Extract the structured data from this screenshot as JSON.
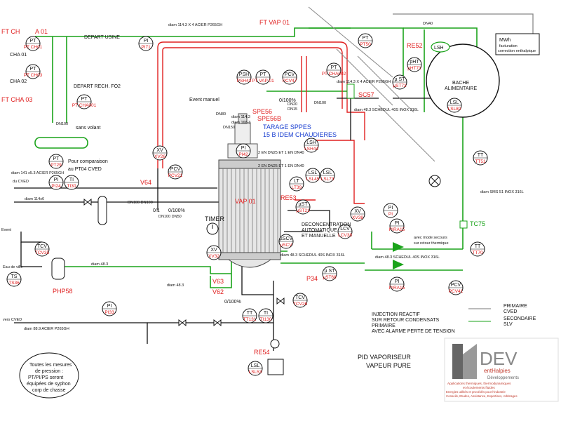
{
  "title": {
    "line1": "PID VAPORISEUR",
    "line2": "VAPEUR PURE"
  },
  "colors": {
    "primaire": "#e02020",
    "secondaire": "#1aa31a",
    "pipe": "#111111",
    "accent_blue": "#1a3fd0"
  },
  "left_labels": {
    "ft_ch": "FT CH",
    "a01": "A 01",
    "cha01": "CHA 01",
    "cha02": "CHA 02",
    "ft_cha03": "FT CHA 03",
    "depart_usine": "DEPART USINE",
    "depart_rech": "DEPART RECH. FO2",
    "sans_volant": "sans volant",
    "dn100": "DN100",
    "pour_comparaison_1": "Pour comparaison",
    "pour_comparaison_2": "au PT04 CVED",
    "du_cved": "du CVED",
    "diam_141": "diam 141 x5.3 ACIER P265GH",
    "diam_114x6": "diam 114x6",
    "event": "Event",
    "eau_de_ville": "Eau de ville",
    "vers_cved": "vers CVED",
    "diam_889": "diam 88.9 ACIER P265GH",
    "diam_483a": "diam 48.3",
    "diam_483b": "diam 48.3"
  },
  "top_labels": {
    "diam_top": "diam 114.3 X 4 ACIER P265GH",
    "ft_vap01": "FT VAP 01",
    "diam_right": "diam 114.3 X 4 ACIER P265GH",
    "event_manuel": "Event manuel",
    "dn80": "DN80",
    "diam_1143": "diam 114.3",
    "diam_1683": "diam 168.3",
    "dn150": "DN150",
    "dn20": "DN20",
    "dn15": "DN15",
    "dn100": "DN100",
    "pct": "0/100%",
    "spe56": "SPE56",
    "spe56b": "SPE56B",
    "sc57": "SC57",
    "schedul_40s": "diam 48.3 SCHEDUL 40S INOX 316L",
    "tarage_1": "TARAGE SPPES",
    "tarage_2": "15 B IDEM CHAUDIERES"
  },
  "center_labels": {
    "vap01": "VAP 01",
    "timer": "TIMER",
    "deconc_1": "DECONCENTRATION",
    "deconc_2": "AUTOMATIQUE",
    "deconc_3": "ET MANUELLE",
    "dn25_a": "2 EN DN25 ET 1 EN DN40",
    "dn25_b": "2 EN DN25 ET 1 EN DN40",
    "re53": "RE53",
    "p34": "P34",
    "v62": "V62",
    "v63": "V63",
    "v64": "V64",
    "re54": "RE54",
    "sched_mid": "diam 48.3 SCHEDUL 40S INOX 316L",
    "sched_low": "diam 48.3 SCHEDUL 40S INOX 316L",
    "diam_483_mid": "diam 48.3",
    "pct_mid": "0/100%",
    "pct_low": "0/100%",
    "pct_xv": "0/1",
    "dn100_dn100": "DN100 DN100",
    "dn100_dn50": "DN100 DN50"
  },
  "right_labels": {
    "dn40": "DN40",
    "re52": "RE52",
    "lsh": "LSH",
    "mwh_1": "MWh",
    "mwh_2": "facturation",
    "mwh_3": "correction enthalpique",
    "bache_1": "BACHE",
    "bache_2": "ALIMENTAIRE",
    "sms51": "diam SMS 51 INOX 316L",
    "tc75": "TC75",
    "mode_secours_1": "avec mode secours",
    "mode_secours_2": "sur retour thermique"
  },
  "legend": {
    "injection_1": "INJECTION REACTIF",
    "injection_2": "SUR RETOUR CONDENSATS",
    "injection_3": "PRIMAIRE",
    "injection_4": "AVEC ALARME PERTE DE TENSION",
    "primaire": "PRIMAIRE",
    "cved": "CVED",
    "secondaire": "SECONDAIRE",
    "slv": "SLV"
  },
  "notes": {
    "l1": "Toutes les mesures",
    "l2": "de pression :",
    "l3": "PT/PI/PS seront",
    "l4": "équipées de syphon",
    "l5": "corp de chasse"
  },
  "logo": {
    "letters": "DEV",
    "company": "entHalpies",
    "sub": "Développements",
    "t1": "Applications thermiques, thermodynamiques",
    "t2": "et écoulements fluides",
    "t3": "Energies utilités et procédés pour l'industrie",
    "t4": "Conseils, Etudes, Assistance, Expertises, Arbitrages"
  },
  "instruments": [
    {
      "id": "pt01",
      "l1": "PT",
      "l2": "PT CH01",
      "cls": "red"
    },
    {
      "id": "pt03",
      "l1": "PT",
      "l2": "PT CH03",
      "cls": "red"
    },
    {
      "id": "pi71",
      "l1": "PI",
      "l2": "PI71",
      "cls": "red"
    },
    {
      "id": "ptcha001",
      "l1": "PT",
      "l2": "PT CHA001",
      "cls": "red"
    },
    {
      "id": "pt29",
      "l1": "PT",
      "l2": "PT29",
      "cls": "red"
    },
    {
      "id": "pi24",
      "l1": "PI",
      "l2": "PI24",
      "cls": "red"
    },
    {
      "id": "ti30",
      "l1": "TI",
      "l2": "TI30",
      "cls": "red"
    },
    {
      "id": "tcv35",
      "l1": "TCV",
      "l2": "TCV35",
      "cls": "red"
    },
    {
      "id": "ts36",
      "l1": "TS",
      "l2": "TS36",
      "cls": "red"
    },
    {
      "id": "pi33",
      "l1": "PI",
      "l2": "PI33",
      "cls": "red"
    },
    {
      "id": "xv1",
      "l1": "XV",
      "l2": "XV26",
      "cls": "red"
    },
    {
      "id": "pcv1",
      "l1": "PCV",
      "l2": "PCV21",
      "cls": "red"
    },
    {
      "id": "xv2",
      "l1": "XV",
      "l2": "XV32",
      "cls": "red"
    },
    {
      "id": "psh43",
      "l1": "PSH",
      "l2": "PSH43",
      "cls": "red"
    },
    {
      "id": "ptvap01",
      "l1": "PT",
      "l2": "PT VAP 01",
      "cls": "red"
    },
    {
      "id": "pcv47",
      "l1": "PCV",
      "l2": "PCV47",
      "cls": "red"
    },
    {
      "id": "ptcha002",
      "l1": "PT",
      "l2": "PT CHA002",
      "cls": "red"
    },
    {
      "id": "pt50",
      "l1": "PT",
      "l2": "PT50",
      "cls": "red"
    },
    {
      "id": "pi42",
      "l1": "PI",
      "l2": "PI42",
      "cls": "red"
    },
    {
      "id": "lsh44",
      "l1": "LSH",
      "l2": "LSH44",
      "cls": "red"
    },
    {
      "id": "lsl45",
      "l1": "LSL",
      "l2": "LSL45",
      "cls": "red"
    },
    {
      "id": "lsl73",
      "l1": "LSL",
      "l2": "LSL73",
      "cls": "red"
    },
    {
      "id": "lt39",
      "l1": "LT",
      "l2": "LT39",
      "cls": "red"
    },
    {
      "id": "ust21",
      "l1": "µST",
      "l2": "µST21",
      "cls": "red"
    },
    {
      "id": "uscv",
      "l1": "µSCV",
      "l2": "µSCV",
      "cls": "red"
    },
    {
      "id": "xv3",
      "l1": "XV",
      "l2": "XV38",
      "cls": "red"
    },
    {
      "id": "lcv",
      "l1": "LCV",
      "l2": "LCV38",
      "cls": "red"
    },
    {
      "id": "tt131",
      "l1": "TT",
      "l2": "TT131",
      "cls": "red"
    },
    {
      "id": "ti130",
      "l1": "TI",
      "l2": "TI130",
      "cls": "red"
    },
    {
      "id": "tcv2",
      "l1": "TCV",
      "l2": "TCV26",
      "cls": "red"
    },
    {
      "id": "ust68",
      "l1": "µ ST",
      "l2": "µST68",
      "cls": "red"
    },
    {
      "id": "lsl53",
      "l1": "LSL",
      "l2": "LSL53",
      "cls": "red"
    },
    {
      "id": "pi",
      "l1": "PI",
      "l2": "PI",
      "cls": "red"
    },
    {
      "id": "pht",
      "l1": "pHT",
      "l2": "pHT71",
      "cls": "red"
    },
    {
      "id": "ust72",
      "l1": "µ ST",
      "l2": "µST72",
      "cls": "red"
    },
    {
      "id": "lsl80",
      "l1": "LSL",
      "l2": "LSL80",
      "cls": "red"
    },
    {
      "id": "tt51",
      "l1": "TT",
      "l2": "TT51",
      "cls": "red"
    },
    {
      "id": "pi1b",
      "l1": "PI",
      "l2": "PIRA15",
      "cls": "red"
    },
    {
      "id": "tt2",
      "l1": "TT",
      "l2": "TT70",
      "cls": "red"
    },
    {
      "id": "pi2b",
      "l1": "PI",
      "l2": "PIRA15",
      "cls": "red"
    },
    {
      "id": "pcv3",
      "l1": "PCV",
      "l2": "PCV41",
      "cls": "red"
    }
  ]
}
